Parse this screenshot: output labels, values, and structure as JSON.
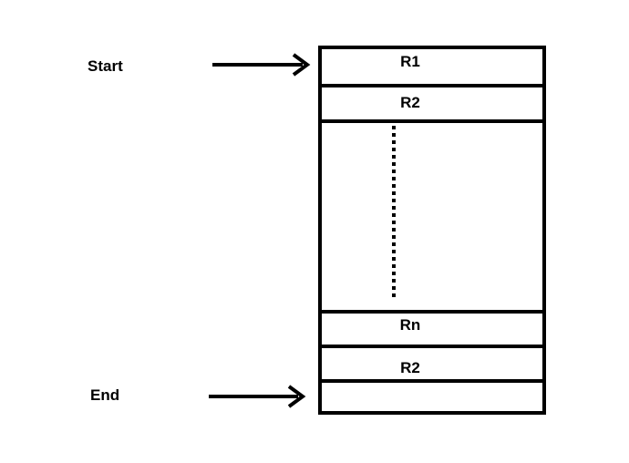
{
  "labels": {
    "start": "Start",
    "end": "End"
  },
  "records": [
    {
      "label": "R1"
    },
    {
      "label": "R2"
    },
    {
      "label": ""
    },
    {
      "label": "Rn"
    },
    {
      "label": "R2"
    },
    {
      "label": ""
    }
  ],
  "colors": {
    "stroke": "#000000",
    "background": "#ffffff"
  }
}
